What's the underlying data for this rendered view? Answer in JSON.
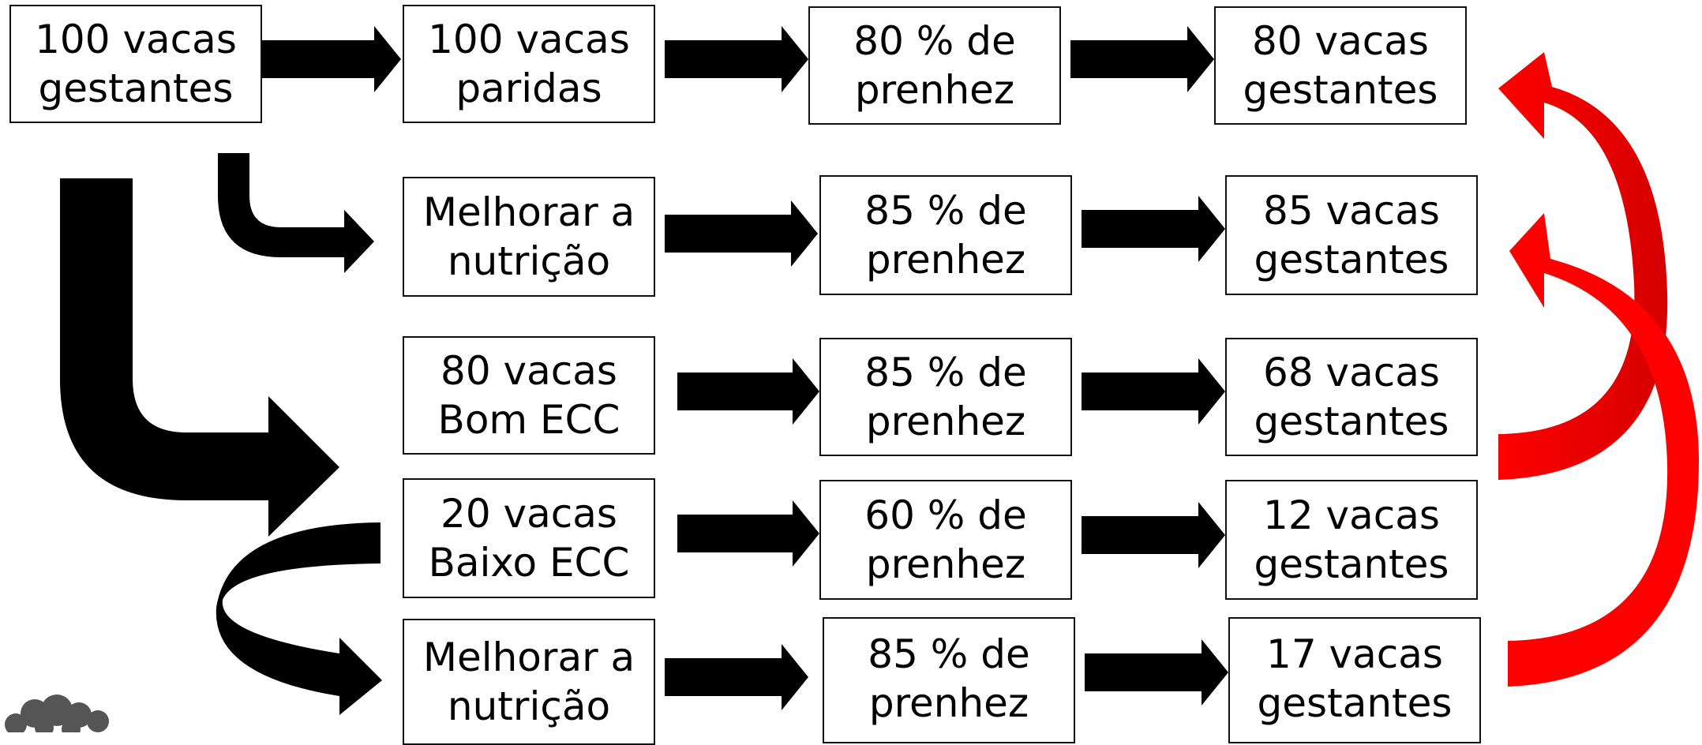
{
  "diagram": {
    "colors": {
      "arrow": "#000000",
      "accent": "#ff0000",
      "accent_dark": "#c40000",
      "box_border": "#111111"
    },
    "rows": [
      {
        "cells": [
          {
            "lines": [
              "100 vacas",
              "gestantes"
            ]
          },
          {
            "lines": [
              "100 vacas",
              "paridas"
            ]
          },
          {
            "lines": [
              "80 % de",
              "prenhez"
            ]
          },
          {
            "lines": [
              "80 vacas",
              "gestantes"
            ]
          }
        ]
      },
      {
        "cells": [
          {
            "lines": [
              "Melhorar a",
              "nutrição"
            ]
          },
          {
            "lines": [
              "85 % de",
              "prenhez"
            ]
          },
          {
            "lines": [
              "85 vacas",
              "gestantes"
            ]
          }
        ]
      },
      {
        "cells": [
          {
            "lines": [
              "80 vacas",
              "Bom ECC"
            ]
          },
          {
            "lines": [
              "85 % de",
              "prenhez"
            ]
          },
          {
            "lines": [
              "68 vacas",
              "gestantes"
            ]
          }
        ]
      },
      {
        "cells": [
          {
            "lines": [
              "20 vacas",
              "Baixo ECC"
            ]
          },
          {
            "lines": [
              "60 % de",
              "prenhez"
            ]
          },
          {
            "lines": [
              "12 vacas",
              "gestantes"
            ]
          }
        ]
      },
      {
        "cells": [
          {
            "lines": [
              "Melhorar a",
              "nutrição"
            ]
          },
          {
            "lines": [
              "85 % de",
              "prenhez"
            ]
          },
          {
            "lines": [
              "17 vacas",
              "gestantes"
            ]
          }
        ]
      }
    ]
  }
}
